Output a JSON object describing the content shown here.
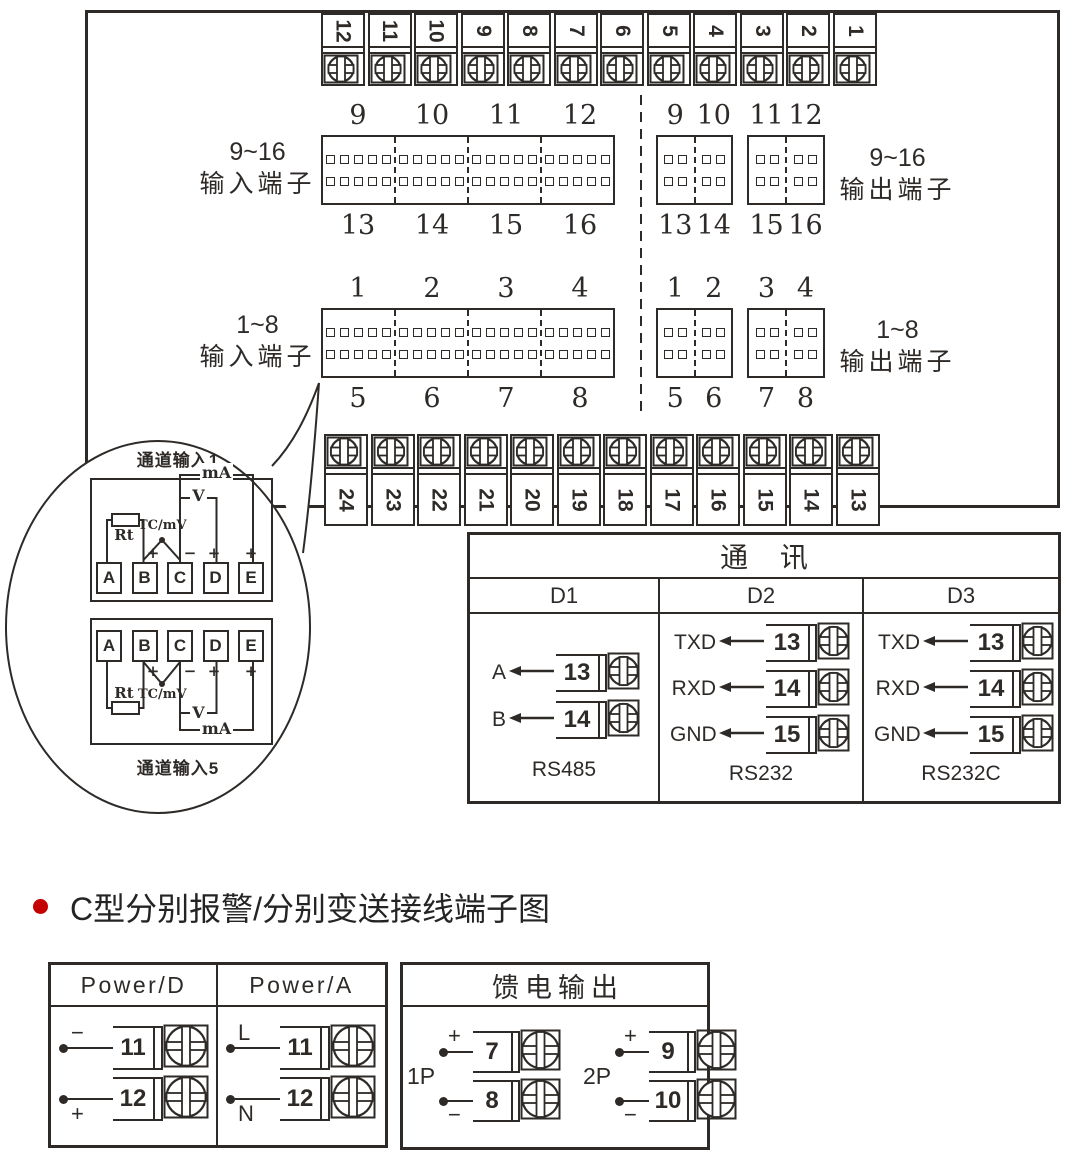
{
  "ink_color": "#2e2a27",
  "main_panel": {
    "top_terminal_strip": [
      "12",
      "11",
      "10",
      "9",
      "8",
      "7",
      "6",
      "5",
      "4",
      "3",
      "2",
      "1"
    ],
    "bottom_terminal_strip": [
      "24",
      "23",
      "22",
      "21",
      "20",
      "19",
      "18",
      "17",
      "16",
      "15",
      "14",
      "13"
    ],
    "blocks": {
      "input_9_16": {
        "label_line1": "9~16",
        "label_line2": "输入端子",
        "numbers_top": [
          "9",
          "10",
          "11",
          "12"
        ],
        "numbers_bottom": [
          "13",
          "14",
          "15",
          "16"
        ]
      },
      "output_9_16": {
        "label_line1": "9~16",
        "label_line2": "输出端子",
        "numbers_top": [
          "9",
          "10",
          "11",
          "12"
        ],
        "numbers_bottom": [
          "13",
          "14",
          "15",
          "16"
        ]
      },
      "input_1_8": {
        "label_line1": "1~8",
        "label_line2": "输入端子",
        "numbers_top": [
          "1",
          "2",
          "3",
          "4"
        ],
        "numbers_bottom": [
          "5",
          "6",
          "7",
          "8"
        ]
      },
      "output_1_8": {
        "label_line1": "1~8",
        "label_line2": "输出端子",
        "numbers_top": [
          "1",
          "2",
          "3",
          "4"
        ],
        "numbers_bottom": [
          "5",
          "6",
          "7",
          "8"
        ]
      }
    }
  },
  "balloon": {
    "channel_1": {
      "title": "通道输入1",
      "terminals": [
        "A",
        "B",
        "C",
        "D",
        "E"
      ],
      "rt_label": "Rt",
      "tc_label": "TC/mV",
      "v_label": "V",
      "ma_label": "mA",
      "b_sign": "+",
      "c_sign": "−",
      "d_sign": "+",
      "e_sign": "+"
    },
    "channel_5": {
      "title": "通道输入5",
      "terminals": [
        "A",
        "B",
        "C",
        "D",
        "E"
      ],
      "rt_label": "Rt",
      "tc_label": "TC/mV",
      "v_label": "V",
      "ma_label": "mA",
      "b_sign": "+",
      "c_sign": "−",
      "d_sign": "+",
      "e_sign": "+"
    }
  },
  "comm_table": {
    "title": "通 讯",
    "columns": [
      {
        "header": "D1",
        "caption": "RS485",
        "rows": [
          {
            "signal": "A",
            "terminal": "13"
          },
          {
            "signal": "B",
            "terminal": "14"
          }
        ]
      },
      {
        "header": "D2",
        "caption": "RS232",
        "rows": [
          {
            "signal": "TXD",
            "terminal": "13"
          },
          {
            "signal": "RXD",
            "terminal": "14"
          },
          {
            "signal": "GND",
            "terminal": "15"
          }
        ]
      },
      {
        "header": "D3",
        "caption": "RS232C",
        "rows": [
          {
            "signal": "TXD",
            "terminal": "13"
          },
          {
            "signal": "RXD",
            "terminal": "14"
          },
          {
            "signal": "GND",
            "terminal": "15"
          }
        ]
      }
    ]
  },
  "heading": {
    "bullet_icon": "bullet-dot-icon",
    "bullet_color": "#c40000",
    "text": "C型分别报警/分别变送接线端子图"
  },
  "power_box": {
    "columns": [
      {
        "header": "Power/D",
        "rows": [
          {
            "lead": "−",
            "lead_position": "above",
            "terminal": "11"
          },
          {
            "lead": "+",
            "lead_position": "below",
            "terminal": "12"
          }
        ]
      },
      {
        "header": "Power/A",
        "rows": [
          {
            "lead": "L",
            "lead_position": "above",
            "terminal": "11"
          },
          {
            "lead": "N",
            "lead_position": "below",
            "terminal": "12"
          }
        ]
      }
    ]
  },
  "feed_output_box": {
    "title": "馈电输出",
    "groups": [
      {
        "label": "1P",
        "rows": [
          {
            "lead": "+",
            "lead_position": "above",
            "terminal": "7"
          },
          {
            "lead": "−",
            "lead_position": "below",
            "terminal": "8"
          }
        ]
      },
      {
        "label": "2P",
        "rows": [
          {
            "lead": "+",
            "lead_position": "above",
            "terminal": "9"
          },
          {
            "lead": "−",
            "lead_position": "below",
            "terminal": "10"
          }
        ]
      }
    ]
  },
  "icons": {
    "screw-terminal-icon": "circle with crossed screw slots",
    "arrow-left-icon": "←",
    "bullet-dot-icon": "●",
    "resistor-icon": "rectangle on wire",
    "thermocouple-junction-icon": "chevron with dot"
  }
}
